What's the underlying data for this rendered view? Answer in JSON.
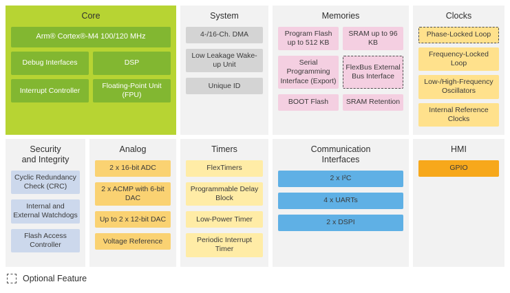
{
  "colors": {
    "core-section": "#b7d433",
    "core-block": "#82b731",
    "core-text": "#ffffff",
    "section-bg": "#f2f2f2",
    "system-block": "#d4d4d4",
    "memories-block": "#f4cfe1",
    "clocks-block": "#ffe18c",
    "security-block": "#ccd8ec",
    "analog-block": "#fad272",
    "timers-block": "#ffeca6",
    "comm-block": "#5fb0e5",
    "hmi-block": "#f7a81b",
    "text-dark": "#3a3a3a",
    "title-text": "#2f2f2f",
    "optional-border": "#4d4d4d"
  },
  "sections": {
    "core": {
      "title": "Core",
      "blocks": {
        "cpu": "Arm® Cortex®-M4 100/120 MHz",
        "debug": "Debug Interfaces",
        "dsp": "DSP",
        "interrupt": "Interrupt Controller",
        "fpu": "Floating-Point Unit (FPU)"
      }
    },
    "system": {
      "title": "System",
      "blocks": [
        "4-/16-Ch. DMA",
        "Low Leakage Wake-up Unit",
        "Unique ID"
      ]
    },
    "memories": {
      "title": "Memories",
      "blocks": [
        "Program Flash up to 512 KB",
        "SRAM up to 96 KB",
        "Serial Programming Interface (Export)",
        "FlexBus External Bus Interface",
        "BOOT Flash",
        "SRAM Retention"
      ]
    },
    "clocks": {
      "title": "Clocks",
      "blocks": [
        "Phase-Locked Loop",
        "Frequency-Locked Loop",
        "Low-/High-Frequency Oscillators",
        "Internal Reference Clocks"
      ]
    },
    "security": {
      "title": "Security\nand Integrity",
      "blocks": [
        "Cyclic Redundancy Check (CRC)",
        "Internal and External Watchdogs",
        "Flash Access Controller"
      ]
    },
    "analog": {
      "title": "Analog",
      "blocks": [
        "2 x 16-bit ADC",
        "2 x ACMP with 6-bit DAC",
        "Up to 2 x 12-bit DAC",
        "Voltage Reference"
      ]
    },
    "timers": {
      "title": "Timers",
      "blocks": [
        "FlexTimers",
        "Programmable Delay Block",
        "Low-Power Timer",
        "Periodic Interrupt Timer"
      ]
    },
    "comm": {
      "title": "Communication\nInterfaces",
      "blocks": [
        "2 x I²C",
        "4 x UARTs",
        "2 x DSPI"
      ]
    },
    "hmi": {
      "title": "HMI",
      "blocks": [
        "GPIO"
      ]
    }
  },
  "legend": {
    "label": "Optional Feature"
  }
}
